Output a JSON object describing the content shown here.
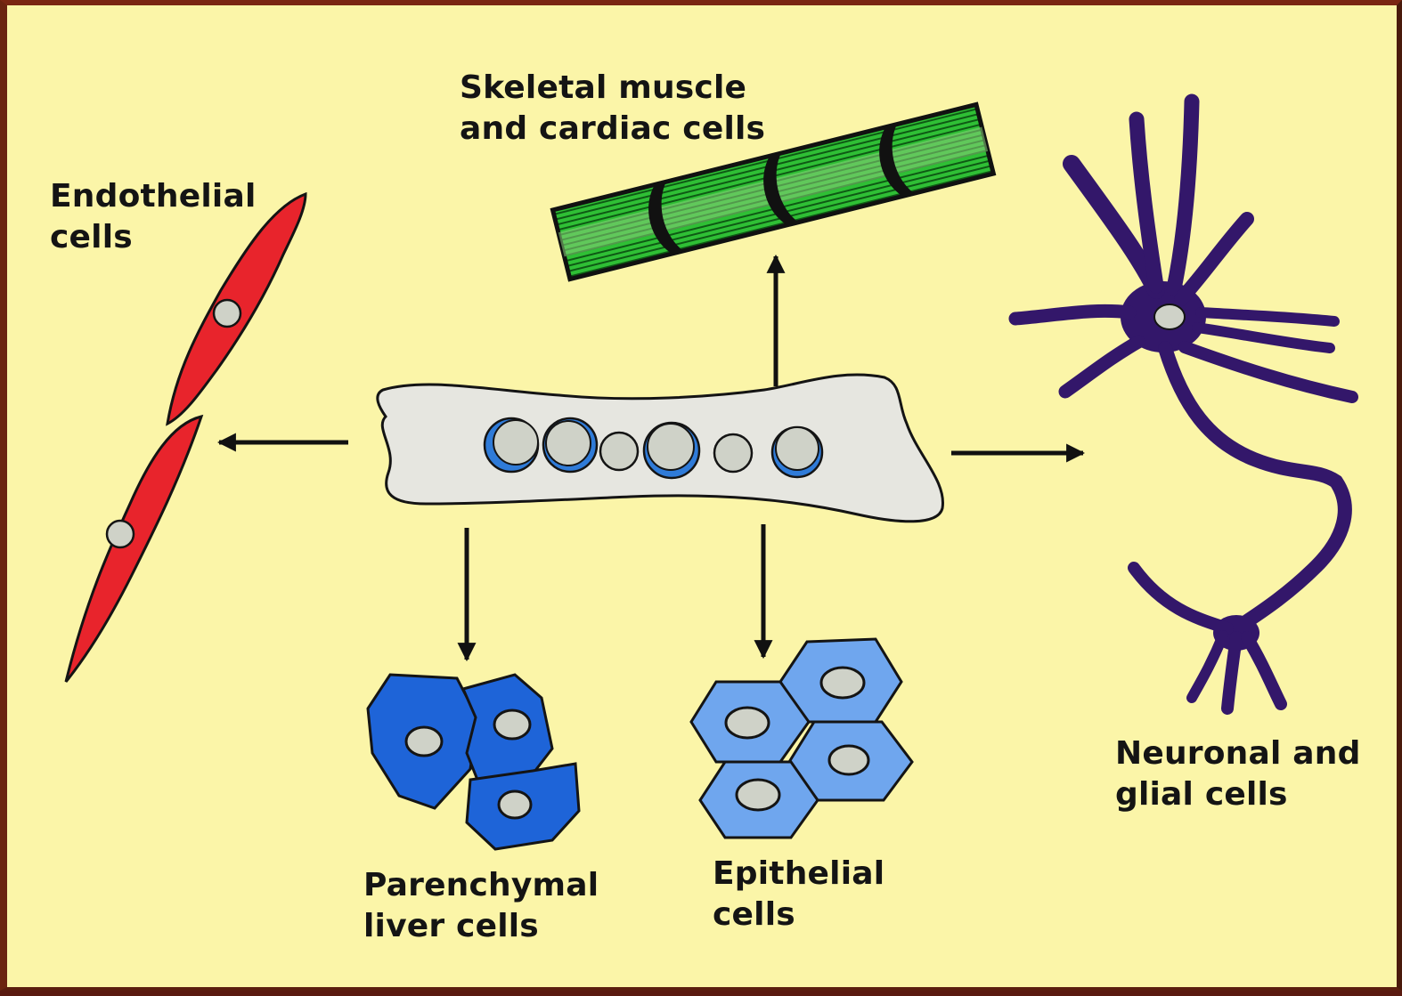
{
  "diagram": {
    "labels": {
      "skeletal": [
        "Skeletal muscle",
        "and cardiac cells"
      ],
      "endothelial": [
        "Endothelial",
        "cells"
      ],
      "neuronal": [
        "Neuronal and",
        "glial cells"
      ],
      "parenchymal": [
        "Parenchymal",
        "liver cells"
      ],
      "epithelial": [
        "Epithelial",
        "cells"
      ]
    },
    "colors": {
      "background": "#fbf5a8",
      "border": "#6b2410",
      "stem_cell": "#e6e6e0",
      "nucleus": "#cfd2c8",
      "endothelial": "#e8242c",
      "muscle": "#1faa2a",
      "neuron": "#33176a",
      "liver": "#1e64d8",
      "epithelial": "#6fa6ee",
      "arrow": "#111111"
    }
  }
}
